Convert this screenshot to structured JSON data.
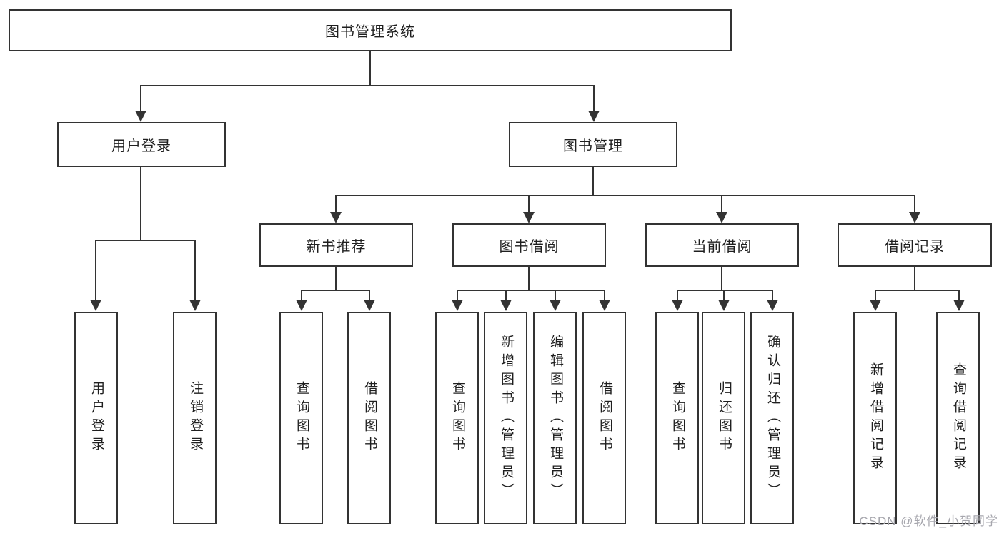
{
  "diagram_title": "图书管理系统",
  "watermark": "CSDN @软件_小贺同学",
  "colors": {
    "line": "#333333",
    "text": "#1f1f1f",
    "background": "#ffffff",
    "watermark": "#a6a6ad"
  },
  "tree": {
    "root": {
      "label": "图书管理系统",
      "children": [
        {
          "label": "用户登录",
          "children": [
            {
              "label": "用户登录"
            },
            {
              "label": "注销登录"
            }
          ]
        },
        {
          "label": "图书管理",
          "children": [
            {
              "label": "新书推荐",
              "children": [
                {
                  "label": "查询图书"
                },
                {
                  "label": "借阅图书"
                }
              ]
            },
            {
              "label": "图书借阅",
              "children": [
                {
                  "label": "查询图书"
                },
                {
                  "label": "新增图书（管理员）"
                },
                {
                  "label": "编辑图书（管理员）"
                },
                {
                  "label": "借阅图书"
                }
              ]
            },
            {
              "label": "当前借阅",
              "children": [
                {
                  "label": "查询图书"
                },
                {
                  "label": "归还图书"
                },
                {
                  "label": "确认归还（管理员）"
                }
              ]
            },
            {
              "label": "借阅记录",
              "children": [
                {
                  "label": "新增借阅记录"
                },
                {
                  "label": "查询借阅记录"
                }
              ]
            }
          ]
        }
      ]
    }
  }
}
